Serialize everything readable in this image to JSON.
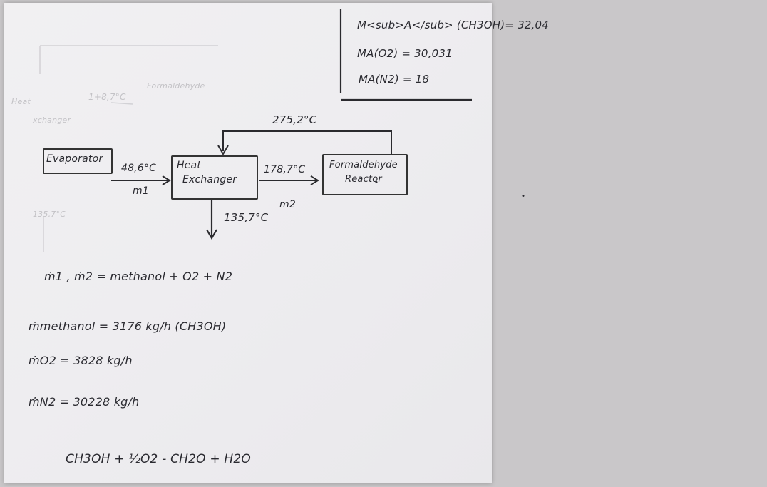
{
  "molar_masses": {
    "methanol": "M<sub>A</sub> (CH3OH)= 32,04",
    "o2": "MA(O2) = 30,031",
    "n2": "MA(N2) = 18"
  },
  "diagram": {
    "evaporator": "Evaporator",
    "heat_exchanger_line1": "Heat",
    "heat_exchanger_line2": "Exchanger",
    "reactor_line1": "Formaldehyde",
    "reactor_line2": "Reactor",
    "temp_in": "48,6°C",
    "flow1": "m1",
    "temp_mid": "178,7°C",
    "flow2": "m2",
    "temp_return": "275,2°C",
    "temp_out": "135,7°C"
  },
  "equations": {
    "streams": "ṁ1 , ṁ2 = methanol + O2 + N2",
    "methanol_rate": "ṁmethanol = 3176 kg/h (CH3OH)",
    "o2_rate": "ṁO2 = 3828 kg/h",
    "n2_rate": "ṁN2 = 30228 kg/h",
    "reaction": "CH3OH + ½O2 - CH2O + H2O"
  }
}
